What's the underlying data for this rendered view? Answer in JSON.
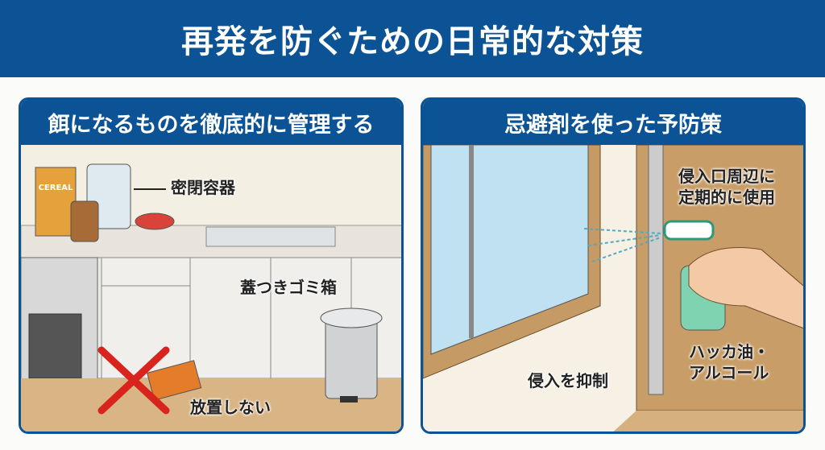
{
  "title": "再発を防ぐための日常的な対策",
  "left_panel": {
    "heading": "餌になるものを徹底的に管理する",
    "cereal_box": "CEREAL",
    "labels": {
      "containers": "密閉容器",
      "trash": "蓋つきゴミ箱",
      "no_leaving": "放置しない"
    }
  },
  "right_panel": {
    "heading": "忌避剤を使った予防策",
    "labels": {
      "usage_line1": "侵入口周辺に",
      "usage_line2": "定期的に使用",
      "agent_line1": "ハッカ油・",
      "agent_line2": "アルコール",
      "effect": "侵入を抑制"
    }
  }
}
